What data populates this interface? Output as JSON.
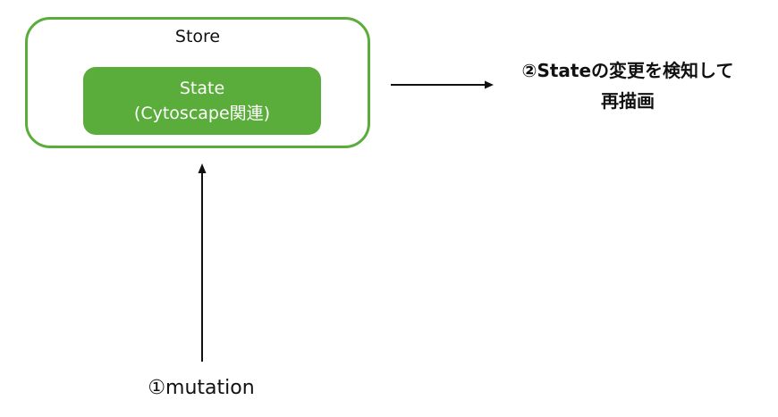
{
  "store": {
    "label": "Store",
    "border_color": "#5aad3a"
  },
  "state": {
    "line1": "State",
    "line2": "(Cytoscape関連)",
    "fill_color": "#5aad3a",
    "text_color": "#ffffff"
  },
  "annotations": {
    "detect_change_line1": "②Stateの変更を検知して",
    "detect_change_line2": "再描画",
    "mutation": "①mutation"
  }
}
